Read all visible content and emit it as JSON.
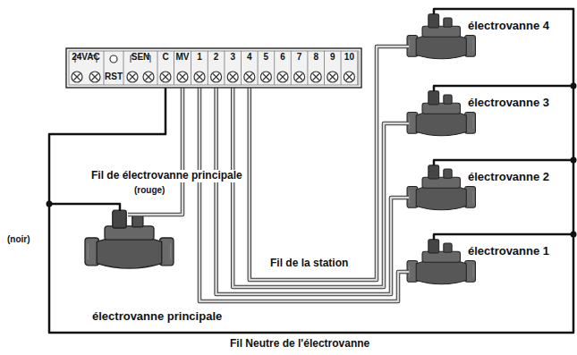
{
  "diagram": {
    "labels": [
      "24VAC",
      "RST",
      "SEN",
      "C",
      "MV",
      "1",
      "2",
      "3",
      "4",
      "5",
      "6",
      "7",
      "8",
      "9",
      "10",
      "électrovanne 4",
      "électrovanne 3",
      "électrovanne 2",
      "électrovanne 1",
      "Fil de électrovanne principale",
      "(rouge)",
      "(noir)",
      "Fil de la station",
      "électrovanne principale",
      "Fil Neutre de l'électrovanne"
    ]
  }
}
